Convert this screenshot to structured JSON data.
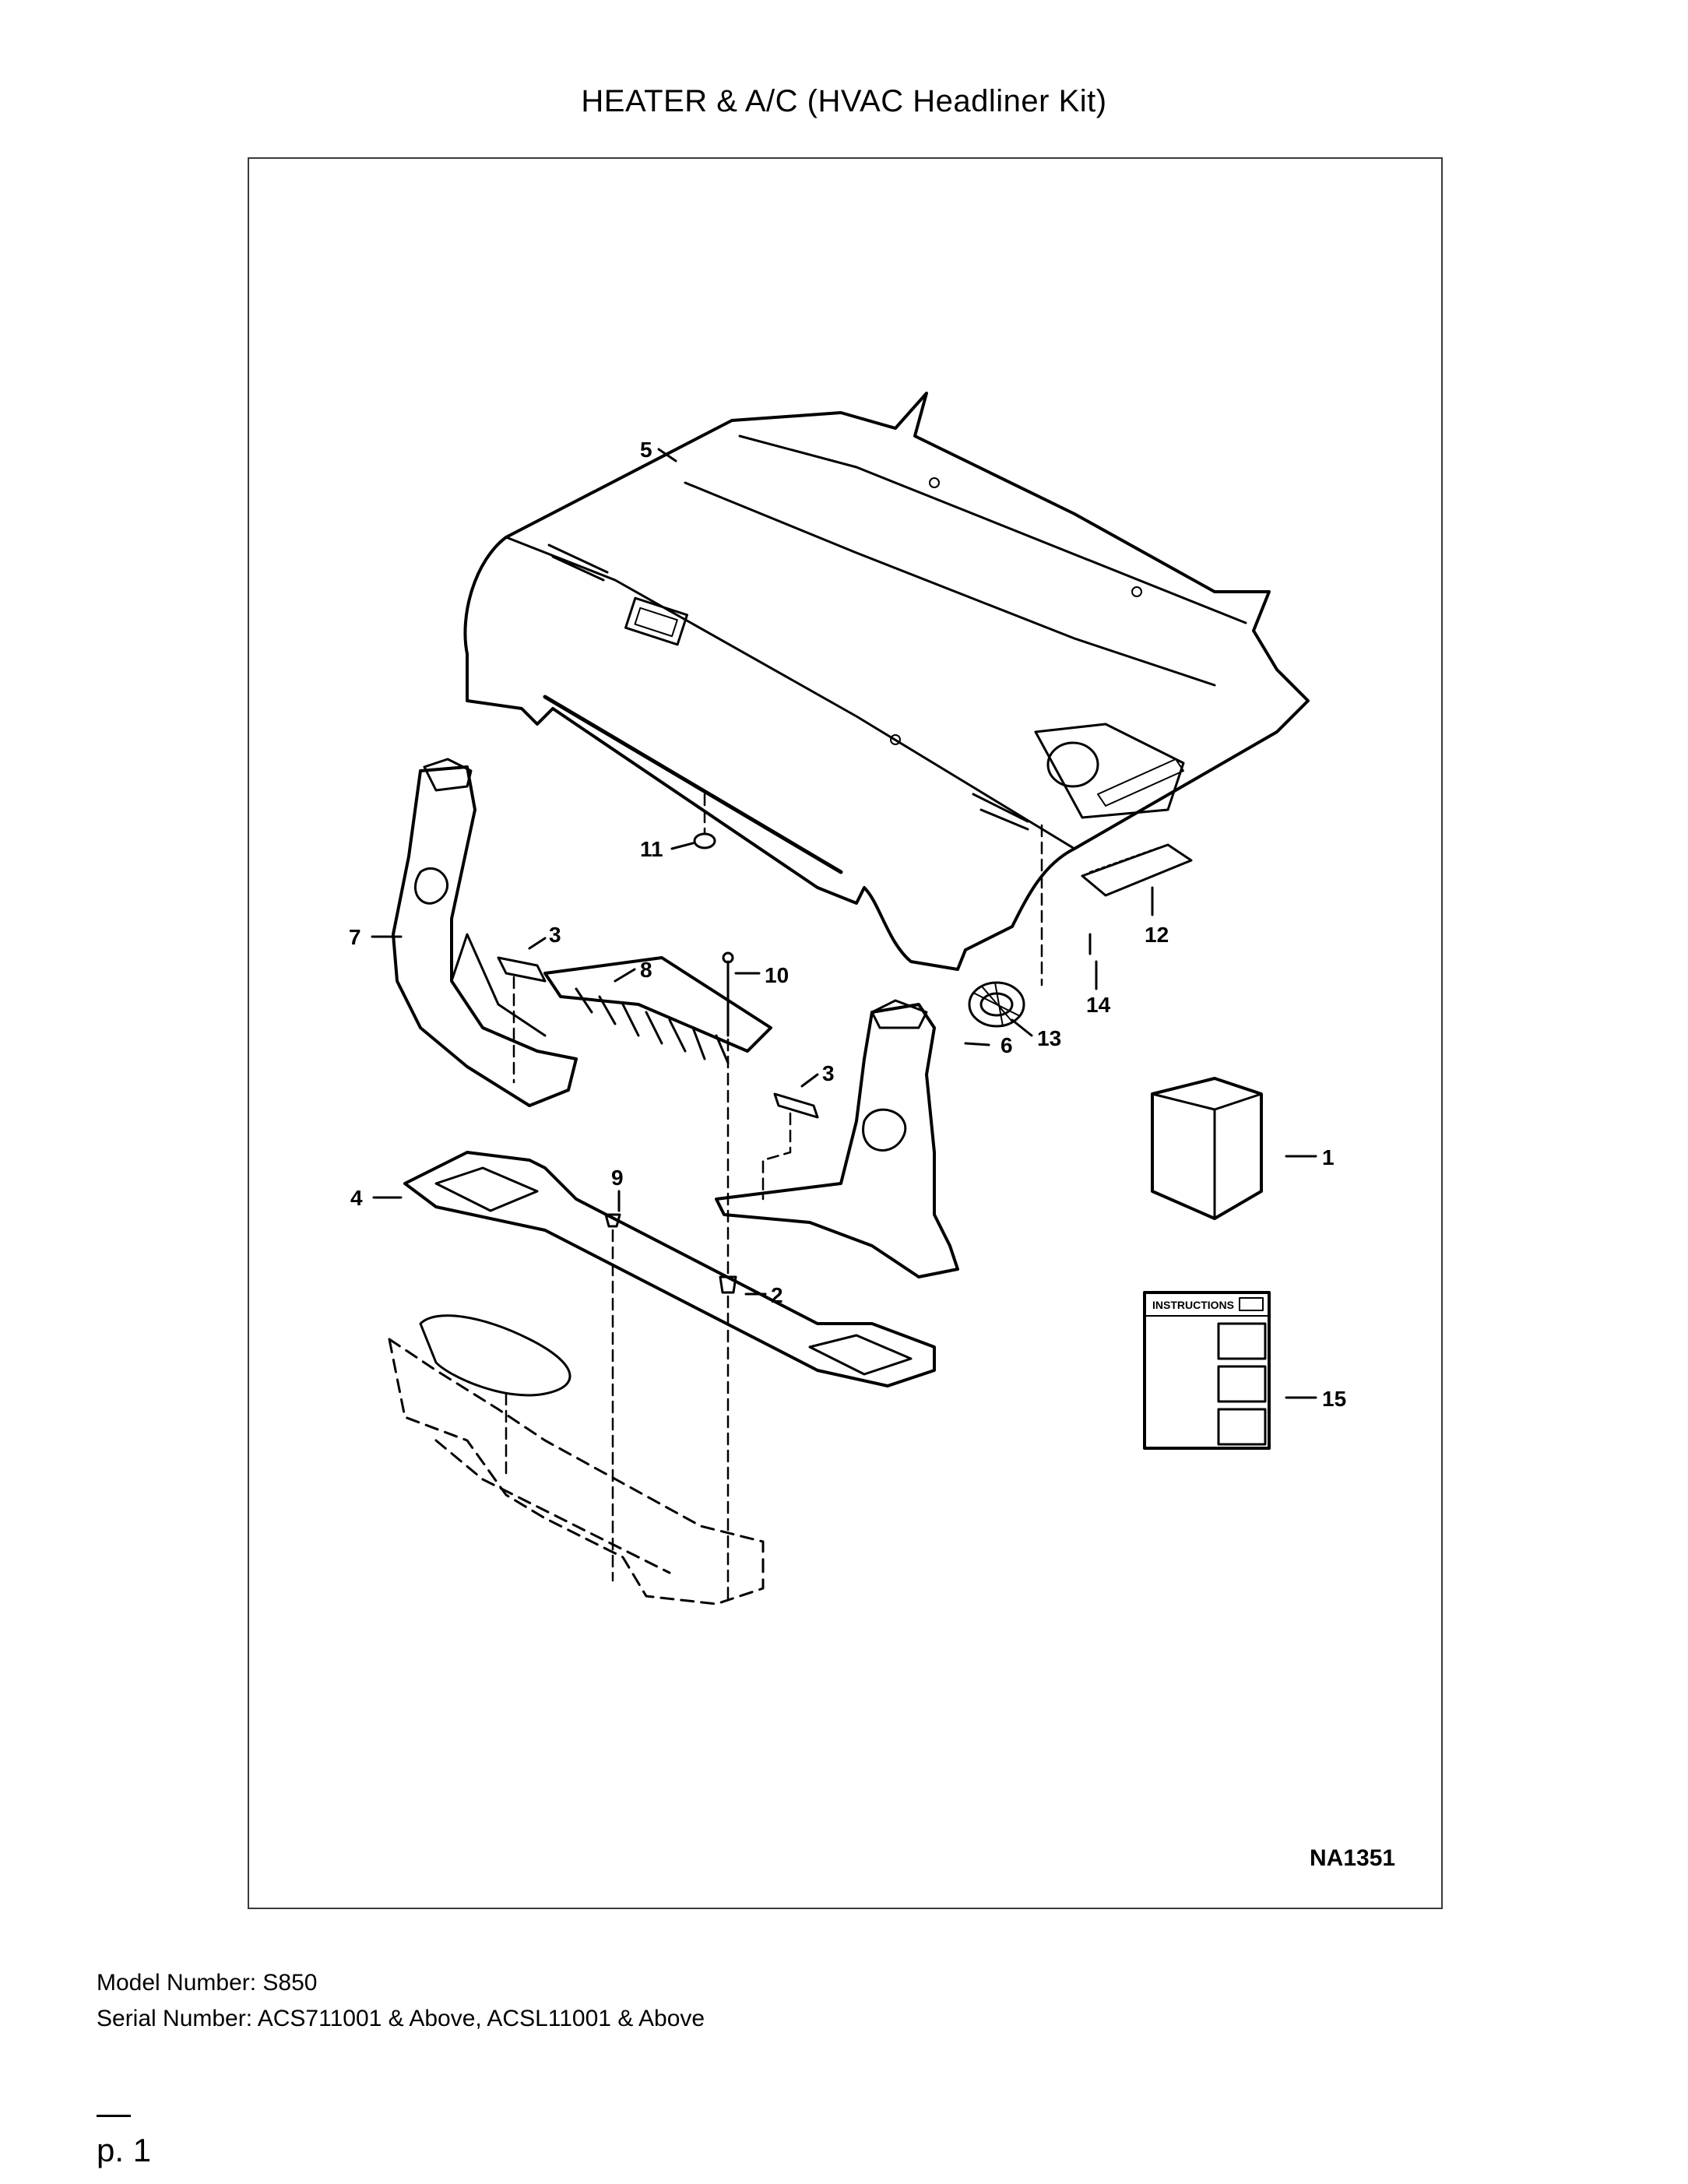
{
  "document": {
    "title": "HEATER & A/C (HVAC Headliner Kit)",
    "drawing_code": "NA1351",
    "model_number": "Model Number: S850",
    "serial_number": "Serial Number: ACS711001 & Above, ACSL11001 & Above",
    "page_number": "p. 1"
  },
  "callouts": [
    {
      "id": "callout-1",
      "label": "1"
    },
    {
      "id": "callout-2",
      "label": "2"
    },
    {
      "id": "callout-3a",
      "label": "3"
    },
    {
      "id": "callout-3b",
      "label": "3"
    },
    {
      "id": "callout-4",
      "label": "4"
    },
    {
      "id": "callout-5",
      "label": "5"
    },
    {
      "id": "callout-6",
      "label": "6"
    },
    {
      "id": "callout-7",
      "label": "7"
    },
    {
      "id": "callout-8",
      "label": "8"
    },
    {
      "id": "callout-9",
      "label": "9"
    },
    {
      "id": "callout-10",
      "label": "10"
    },
    {
      "id": "callout-11",
      "label": "11"
    },
    {
      "id": "callout-12",
      "label": "12"
    },
    {
      "id": "callout-13",
      "label": "13"
    },
    {
      "id": "callout-14",
      "label": "14"
    },
    {
      "id": "callout-15",
      "label": "15"
    }
  ],
  "instructions_sheet": {
    "header": "INSTRUCTIONS"
  }
}
